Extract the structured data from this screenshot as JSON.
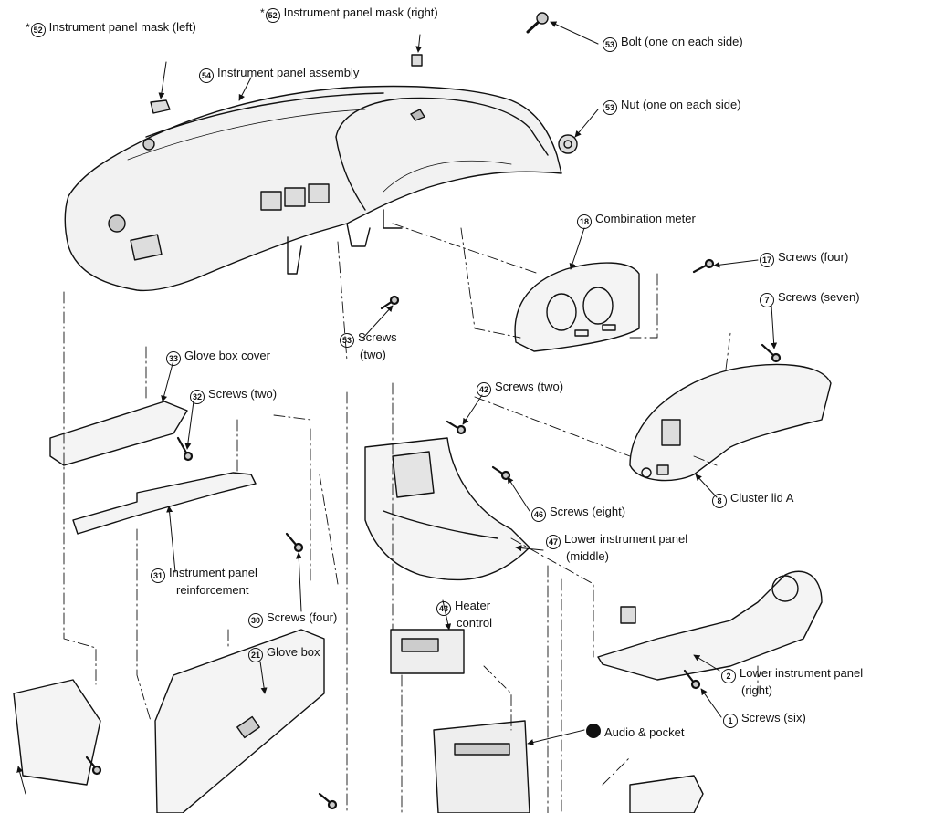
{
  "labels": [
    {
      "id": "mask-left",
      "star": "*",
      "num": "52",
      "text": "Instrument panel mask (left)"
    },
    {
      "id": "mask-right",
      "star": "*",
      "num": "52",
      "text": "Instrument panel mask (right)"
    },
    {
      "id": "bolt",
      "num": "53",
      "text": "Bolt (one on each side)"
    },
    {
      "id": "assembly",
      "num": "54",
      "text": "Instrument panel assembly"
    },
    {
      "id": "nut",
      "num": "53",
      "text": "Nut (one on each side)"
    },
    {
      "id": "comb-meter",
      "num": "18",
      "text": "Combination meter"
    },
    {
      "id": "screws-four-17",
      "num": "17",
      "text": "Screws (four)"
    },
    {
      "id": "screws-seven",
      "num": "7",
      "text": "Screws (seven)"
    },
    {
      "id": "screws-two-53",
      "num": "53",
      "text": "Screws",
      "text2": "(two)"
    },
    {
      "id": "glove-cover",
      "num": "33",
      "text": "Glove box cover"
    },
    {
      "id": "screws-two-32",
      "num": "32",
      "text": "Screws (two)"
    },
    {
      "id": "screws-two-42",
      "num": "42",
      "text": "Screws (two)"
    },
    {
      "id": "screws-eight",
      "num": "46",
      "text": "Screws (eight)"
    },
    {
      "id": "cluster-lid",
      "num": "8",
      "text": "Cluster lid A"
    },
    {
      "id": "lower-middle",
      "num": "47",
      "text": "Lower instrument panel",
      "text2": "(middle)"
    },
    {
      "id": "reinforcement",
      "num": "31",
      "text": "Instrument panel",
      "text2": "reinforcement"
    },
    {
      "id": "screws-four-30",
      "num": "30",
      "text": "Screws (four)"
    },
    {
      "id": "heater",
      "num": "43",
      "text": "Heater",
      "text2": "control"
    },
    {
      "id": "glove-box",
      "num": "21",
      "text": "Glove box"
    },
    {
      "id": "lower-right",
      "num": "2",
      "text": "Lower instrument panel",
      "text2": "(right)"
    },
    {
      "id": "screws-six",
      "num": "1",
      "text": "Screws (six)"
    },
    {
      "id": "audio",
      "num": "",
      "filled": true,
      "text": "Audio & pocket"
    }
  ]
}
